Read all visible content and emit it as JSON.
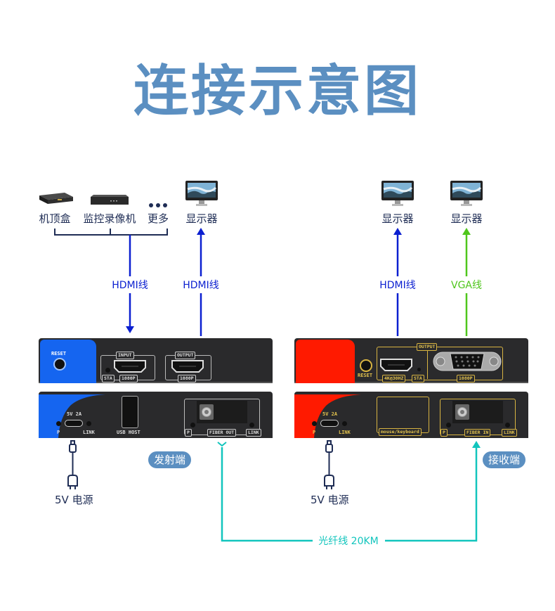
{
  "title": "连接示意图",
  "top_devices": {
    "sources": [
      {
        "label": "机顶盒",
        "icon": "set-top-box-icon"
      },
      {
        "label": "监控录像机",
        "icon": "dvr-icon"
      },
      {
        "label": "更多",
        "icon": "more-dots-icon"
      }
    ],
    "tx_display": {
      "label": "显示器",
      "icon": "monitor-icon"
    },
    "rx_display_hdmi": {
      "label": "显示器",
      "icon": "monitor-icon"
    },
    "rx_display_vga": {
      "label": "显示器",
      "icon": "monitor-icon"
    }
  },
  "cables": {
    "tx_in": "HDMI线",
    "tx_out": "HDMI线",
    "rx_hdmi": "HDMI线",
    "rx_vga": "VGA线",
    "fiber": "光纤线 20KM"
  },
  "transmitter": {
    "badge": "发射端",
    "front": {
      "reset": "RESET",
      "input_label": "INPUT",
      "output_label": "OUTPUT",
      "sta": "STA",
      "input_res": "1080P",
      "output_res": "1080P"
    },
    "back": {
      "power_spec": "5V 2A",
      "p": "P",
      "link": "LINK",
      "usb": "USB HOST",
      "fiber_p": "P",
      "fiber_label": "FIBER OUT",
      "fiber_link": "LINK"
    },
    "power_label": "5V 电源"
  },
  "receiver": {
    "badge": "接收端",
    "front": {
      "reset": "RESET",
      "output_label": "OUTPUT",
      "hdmi_res": "4K@30HZ",
      "sta": "STA",
      "vga_res": "1080P"
    },
    "back": {
      "power_spec": "5V 2A",
      "p": "P",
      "link": "LINK",
      "usb": "mouse/keyboard",
      "fiber_p": "P",
      "fiber_label": "FIBER IN",
      "fiber_link": "LINK"
    },
    "power_label": "5V 电源"
  },
  "colors": {
    "title": "#5b8fc1",
    "hdmi_cable": "#0b1fd0",
    "vga_cable": "#4fc61c",
    "fiber_cable": "#12c5bd",
    "tx_accent": "#1565f0",
    "rx_accent": "#ff1a00",
    "label_text": "#1f2d55"
  }
}
